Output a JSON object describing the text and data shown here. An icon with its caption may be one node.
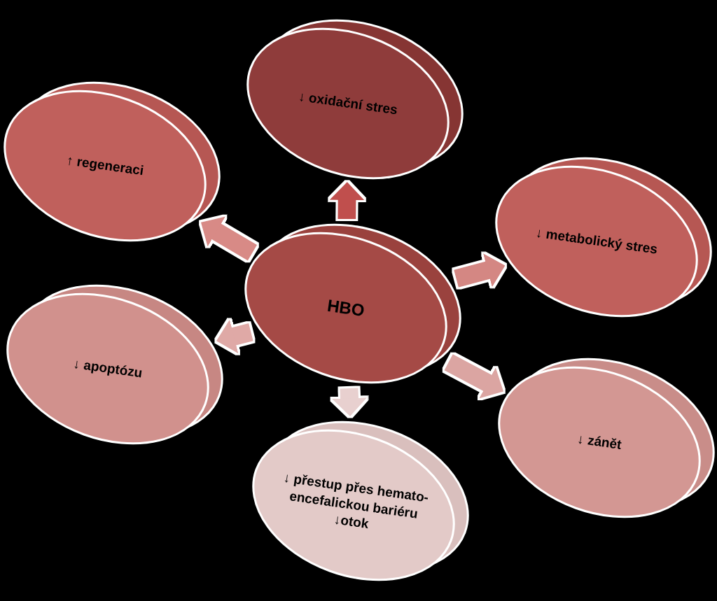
{
  "diagram": {
    "nodes": [
      {
        "text": [
          "↓ oxidační stres"
        ]
      },
      {
        "text": [
          "↑ regeneraci"
        ]
      },
      {
        "text": [
          "↓ metabolický stres"
        ]
      },
      {
        "text": [
          "HBO"
        ]
      },
      {
        "text": [
          "↓ apoptózu"
        ]
      },
      {
        "text": [
          "↓ zánět"
        ]
      },
      {
        "text": [
          "↓ přestup přes hemato-encefalickou bariéru",
          "↓otok"
        ]
      }
    ],
    "edges": [
      {
        "from": 3,
        "to": 0,
        "arrow": "to",
        "color": "#c0504d"
      },
      {
        "from": 3,
        "to": 1,
        "arrow": "to",
        "color": "#d88a86"
      },
      {
        "from": 3,
        "to": 2,
        "arrow": "to",
        "color": "#d48783"
      },
      {
        "from": 3,
        "to": 4,
        "arrow": "to",
        "color": "#dfa9a6"
      },
      {
        "from": 3,
        "to": 5,
        "arrow": "to",
        "color": "#dba5a2"
      },
      {
        "from": 3,
        "to": 6,
        "arrow": "to",
        "color": "#e8d0cf"
      }
    ]
  }
}
